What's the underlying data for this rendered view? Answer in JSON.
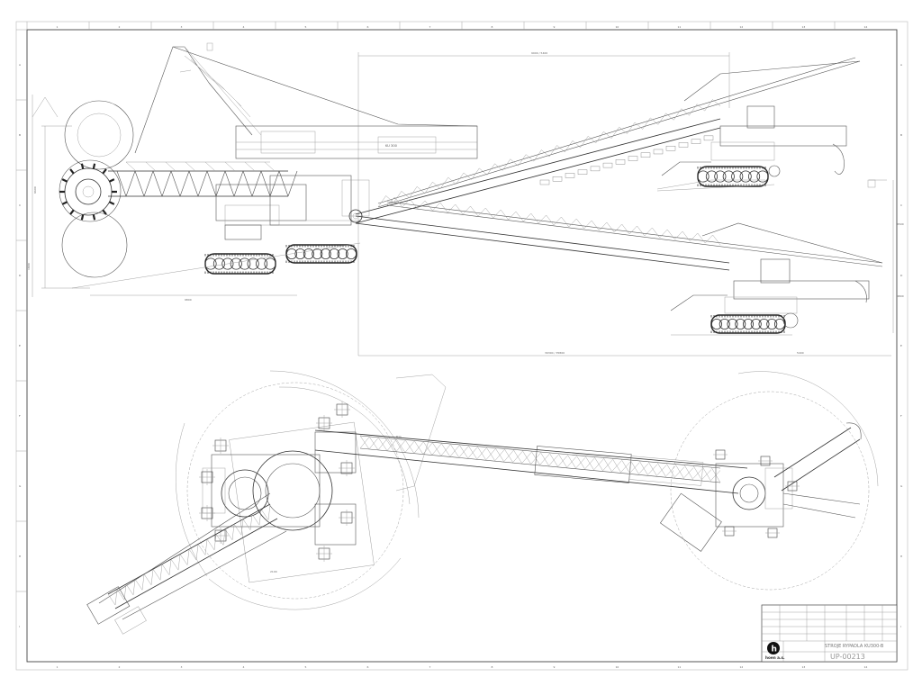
{
  "sheet": {
    "model_label": "KU 300",
    "title_line": "STROJE RYPADLA KU300-B",
    "drawing_number": "UP-00213",
    "company": "hoen a.s.",
    "logo_letter": "h",
    "dims": {
      "top_span": "9900 / 5400",
      "left_height": "9600",
      "left_depth": "1800",
      "base_left": "9800",
      "right_height_a": "6500",
      "right_height_b": "4800",
      "bottom_span": "39300 / 35800",
      "right_small": "5400",
      "plan_a": "R11",
      "plan_b": "2100"
    },
    "column_marks": [
      "1",
      "2",
      "3",
      "4",
      "5",
      "6",
      "7",
      "8",
      "9",
      "10",
      "11",
      "12",
      "13",
      "14"
    ],
    "row_marks": [
      "A",
      "B",
      "C",
      "D",
      "E",
      "F",
      "G",
      "H",
      "I"
    ]
  }
}
